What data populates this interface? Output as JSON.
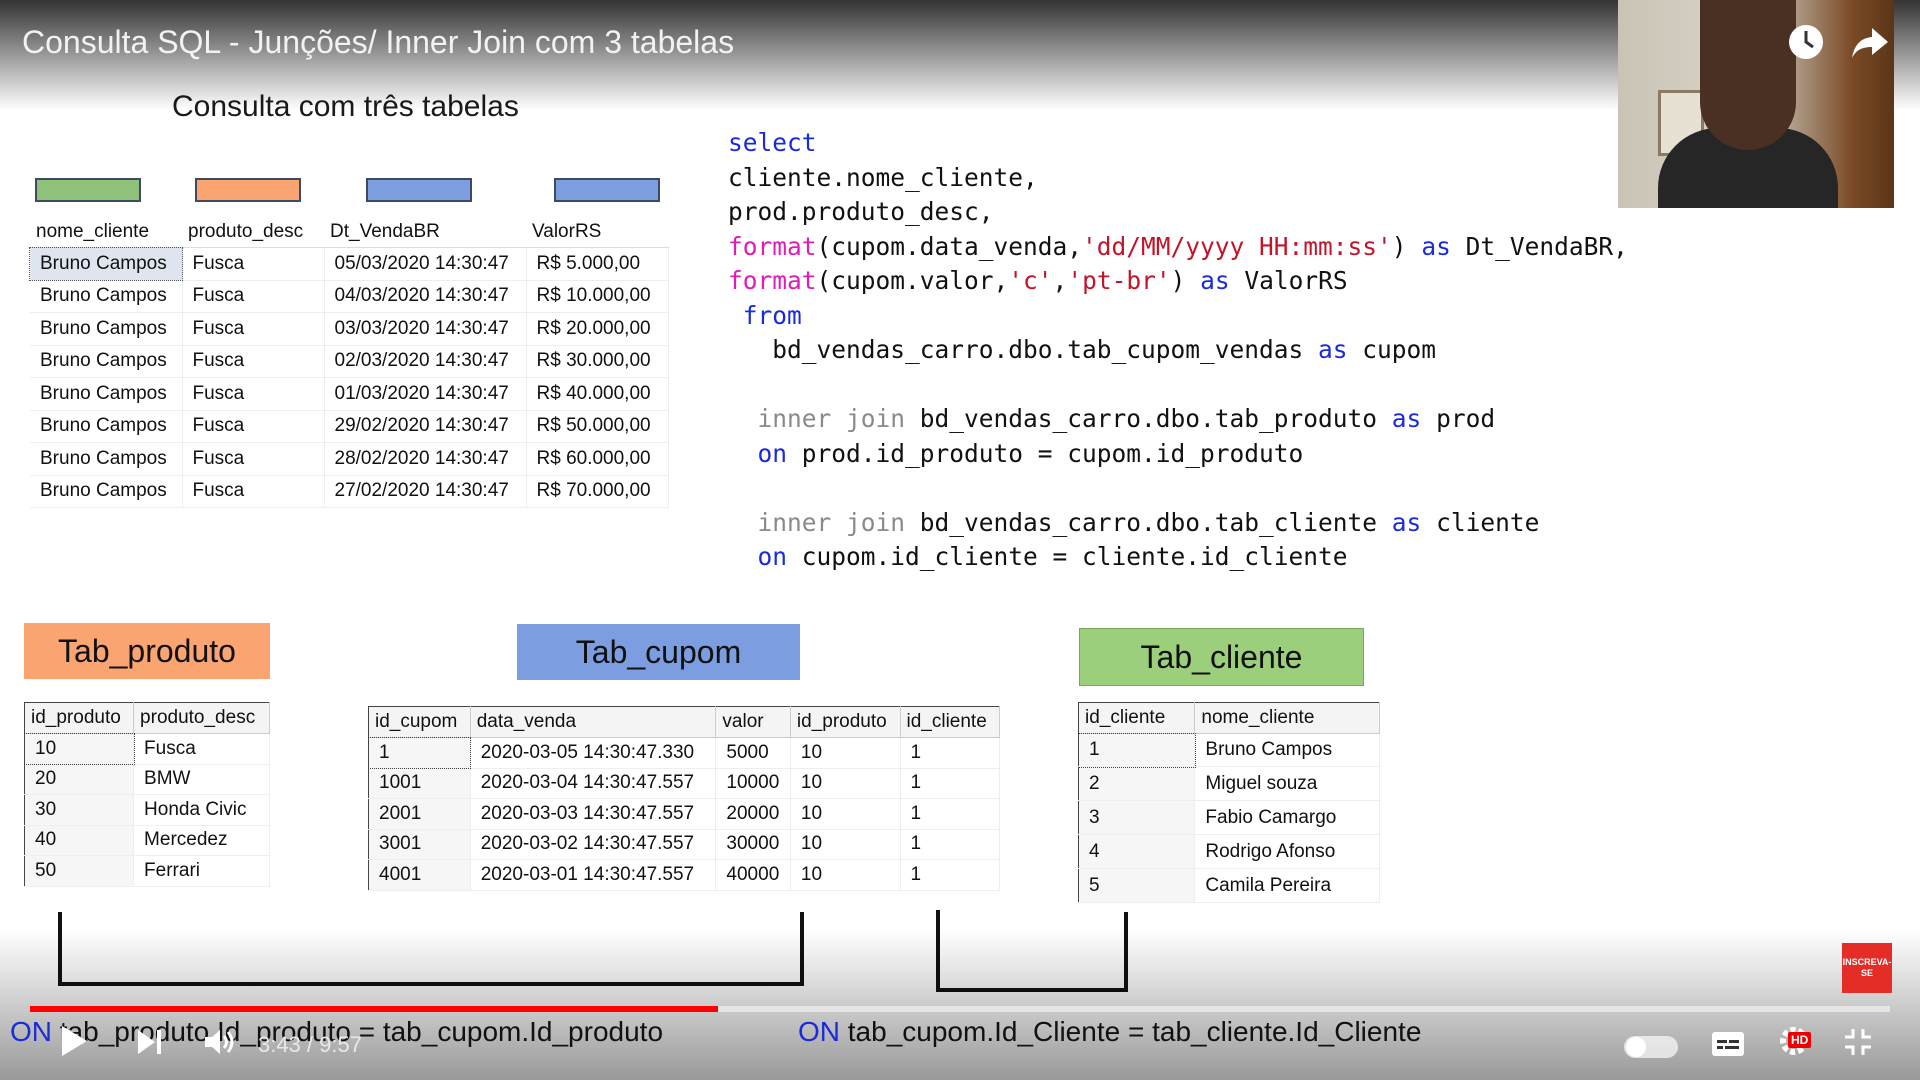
{
  "video": {
    "title": "Consulta SQL - Junções/ Inner Join com 3 tabelas",
    "time": "3:43 / 9:57",
    "progress_fraction": 0.37
  },
  "slide": {
    "subtitle": "Consulta com três tabelas",
    "swatch_colors": [
      "#8fc17b",
      "#f9a471",
      "#7c9ee0",
      "#7c9ee0"
    ],
    "result": {
      "headers": [
        "nome_cliente",
        "produto_desc",
        "Dt_VendaBR",
        "ValorRS"
      ],
      "rows": [
        [
          "Bruno Campos",
          "Fusca",
          "05/03/2020 14:30:47",
          "R$ 5.000,00"
        ],
        [
          "Bruno Campos",
          "Fusca",
          "04/03/2020 14:30:47",
          "R$ 10.000,00"
        ],
        [
          "Bruno Campos",
          "Fusca",
          "03/03/2020 14:30:47",
          "R$ 20.000,00"
        ],
        [
          "Bruno Campos",
          "Fusca",
          "02/03/2020 14:30:47",
          "R$ 30.000,00"
        ],
        [
          "Bruno Campos",
          "Fusca",
          "01/03/2020 14:30:47",
          "R$ 40.000,00"
        ],
        [
          "Bruno Campos",
          "Fusca",
          "29/02/2020 14:30:47",
          "R$ 50.000,00"
        ],
        [
          "Bruno Campos",
          "Fusca",
          "28/02/2020 14:30:47",
          "R$ 60.000,00"
        ],
        [
          "Bruno Campos",
          "Fusca",
          "27/02/2020 14:30:47",
          "R$ 70.000,00"
        ]
      ]
    },
    "sql": {
      "select": "select",
      "l2": "cliente.nome_cliente,",
      "l3": "prod.produto_desc,",
      "l4_fn": "format",
      "l4_a": "(cupom.data_venda,",
      "l4_str": "'dd/MM/yyyy HH:mm:ss'",
      "l4_b": ") ",
      "l4_as": "as",
      "l4_c": " Dt_VendaBR,",
      "l5_fn": "format",
      "l5_a": "(cupom.valor,",
      "l5_str1": "'c'",
      "l5_comma": ",",
      "l5_str2": "'pt-br'",
      "l5_b": ") ",
      "l5_as": "as",
      "l5_c": " ValorRS",
      "from": "from",
      "l7_a": "bd_vendas_carro.dbo.tab_cupom_vendas ",
      "l7_as": "as",
      "l7_b": " cupom",
      "join1_kw": "inner join",
      "join1_a": " bd_vendas_carro.dbo.tab_produto ",
      "join1_as": "as",
      "join1_b": " prod",
      "on1_kw": "on",
      "on1_a": " prod.id_produto = cupom.id_produto",
      "join2_kw": "inner join",
      "join2_a": " bd_vendas_carro.dbo.tab_cliente ",
      "join2_as": "as",
      "join2_b": " cliente",
      "on2_kw": "on",
      "on2_a": " cupom.id_cliente = cliente.id_cliente"
    },
    "tab_produto": {
      "label": "Tab_produto",
      "headers": [
        "id_produto",
        "produto_desc"
      ],
      "rows": [
        [
          "10",
          "Fusca"
        ],
        [
          "20",
          "BMW"
        ],
        [
          "30",
          "Honda Civic"
        ],
        [
          "40",
          "Mercedez"
        ],
        [
          "50",
          "Ferrari"
        ]
      ]
    },
    "tab_cupom": {
      "label": "Tab_cupom",
      "headers": [
        "id_cupom",
        "data_venda",
        "valor",
        "id_produto",
        "id_cliente"
      ],
      "rows": [
        [
          "1",
          "2020-03-05 14:30:47.330",
          "5000",
          "10",
          "1"
        ],
        [
          "1001",
          "2020-03-04 14:30:47.557",
          "10000",
          "10",
          "1"
        ],
        [
          "2001",
          "2020-03-03 14:30:47.557",
          "20000",
          "10",
          "1"
        ],
        [
          "3001",
          "2020-03-02 14:30:47.557",
          "30000",
          "10",
          "1"
        ],
        [
          "4001",
          "2020-03-01 14:30:47.557",
          "40000",
          "10",
          "1"
        ]
      ]
    },
    "tab_cliente": {
      "label": "Tab_cliente",
      "headers": [
        "id_cliente",
        "nome_cliente"
      ],
      "rows": [
        [
          "1",
          "Bruno Campos"
        ],
        [
          "2",
          "Miguel souza"
        ],
        [
          "3",
          "Fabio Camargo"
        ],
        [
          "4",
          "Rodrigo Afonso"
        ],
        [
          "5",
          "Camila Pereira"
        ]
      ]
    },
    "join1": {
      "kw": "ON",
      "text": "tab_produto.Id_produto =  tab_cupom.Id_produto"
    },
    "join2": {
      "kw": "ON",
      "text": "tab_cupom.Id_Cliente =  tab_cliente.Id_Cliente"
    }
  },
  "player": {
    "subscribe_text": "INSCREVA-SE",
    "hd_badge": "HD",
    "icons": [
      "clock-icon",
      "share-icon",
      "play-icon",
      "next-icon",
      "volume-icon",
      "captions-icon",
      "settings-icon",
      "fullscreen-exit-icon"
    ]
  }
}
